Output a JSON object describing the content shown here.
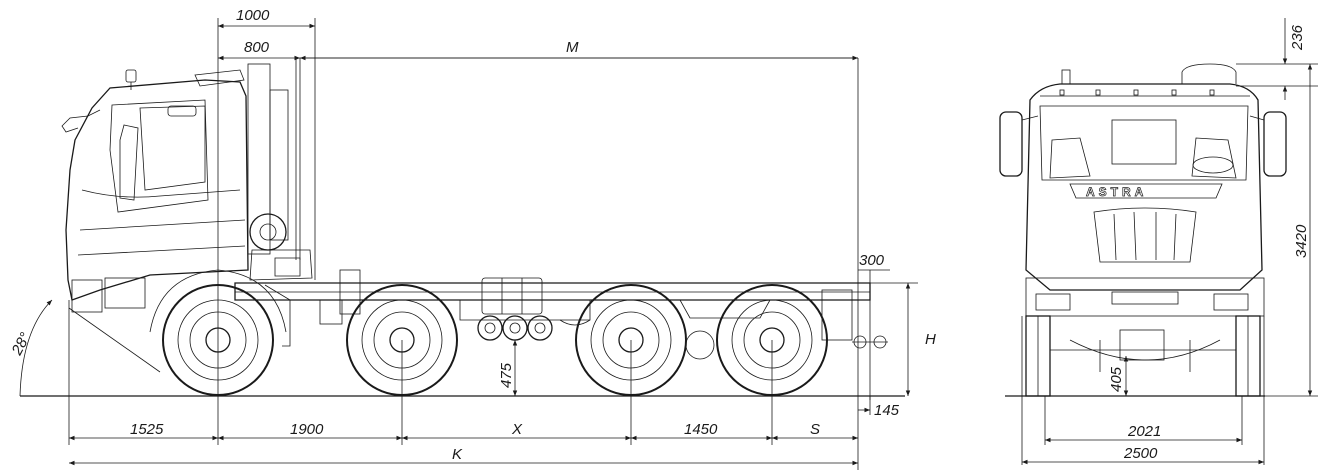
{
  "side_view": {
    "dimensions": {
      "cab_1000": "1000",
      "cab_800": "800",
      "body_length": "M",
      "rear_overhang_300": "300",
      "frame_height": "H",
      "clearance_475": "475",
      "approach_angle": "28°",
      "front_overhang": "1525",
      "wheelbase_1": "1900",
      "wheelbase_x": "X",
      "wheelbase_3": "1450",
      "rear_overhang": "S",
      "rear_offset": "145",
      "total_length": "K"
    }
  },
  "front_view": {
    "brand_text": "ASTRA",
    "dimensions": {
      "beacon_height": "236",
      "total_height": "3420",
      "ground_clearance": "405",
      "track_width": "2021",
      "total_width": "2500"
    }
  }
}
